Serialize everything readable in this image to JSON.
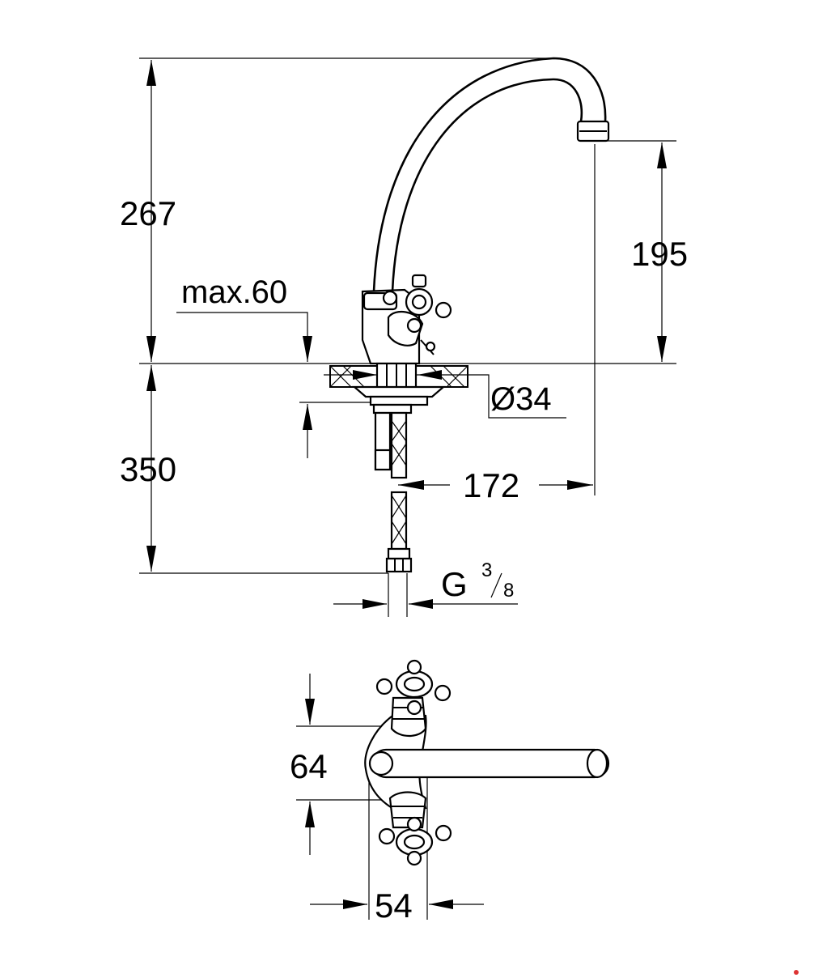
{
  "dimensions": {
    "total_height": "267",
    "spout_height": "195",
    "max_thickness": "max.60",
    "hole_diameter": "Ø34",
    "below_counter": "350",
    "spout_reach": "172",
    "connection_g": "G",
    "connection_num": "3",
    "connection_den": "8",
    "handle_spacing": "64",
    "body_width": "54"
  }
}
